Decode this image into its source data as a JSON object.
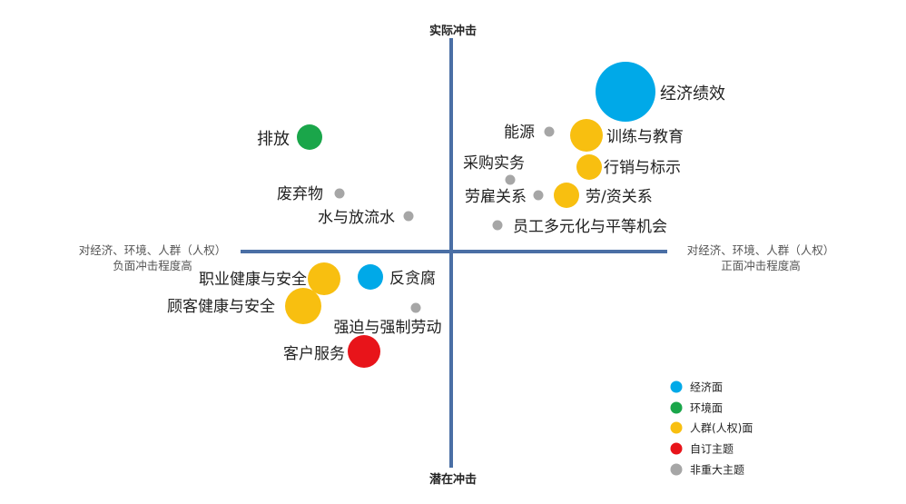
{
  "axes": {
    "top_label": "实际冲击",
    "bottom_label": "潜在冲击",
    "left_label_line1": "对经济、环境、人群（人权）",
    "left_label_line2": "负面冲击程度高",
    "right_label_line1": "对经济、环境、人群（人权）",
    "right_label_line2": "正面冲击程度高",
    "axis_color": "#4a6fa5"
  },
  "categories": [
    {
      "id": "economic",
      "label": "经济面",
      "color": "#00a9e8"
    },
    {
      "id": "environment",
      "label": "环境面",
      "color": "#1aa64a"
    },
    {
      "id": "people",
      "label": "人群(人权)面",
      "color": "#f8bf10"
    },
    {
      "id": "custom",
      "label": "自订主题",
      "color": "#e8141a"
    },
    {
      "id": "nonmaterial",
      "label": "非重大主题",
      "color": "#a6a6a6"
    }
  ],
  "topics": [
    {
      "label": "经济绩效",
      "category": "economic",
      "size": "xl"
    },
    {
      "label": "能源",
      "category": "nonmaterial",
      "size": "xs"
    },
    {
      "label": "训练与教育",
      "category": "people",
      "size": "m"
    },
    {
      "label": "行销与标示",
      "category": "people",
      "size": "s"
    },
    {
      "label": "采购实务",
      "category": "nonmaterial",
      "size": "xs"
    },
    {
      "label": "劳雇关系",
      "category": "nonmaterial",
      "size": "xs"
    },
    {
      "label": "劳/资关系",
      "category": "people",
      "size": "s"
    },
    {
      "label": "员工多元化与平等机会",
      "category": "nonmaterial",
      "size": "xs"
    },
    {
      "label": "排放",
      "category": "environment",
      "size": "s"
    },
    {
      "label": "废弃物",
      "category": "nonmaterial",
      "size": "xs"
    },
    {
      "label": "水与放流水",
      "category": "nonmaterial",
      "size": "xs"
    },
    {
      "label": "职业健康与安全",
      "category": "people",
      "size": "m"
    },
    {
      "label": "反贪腐",
      "category": "economic",
      "size": "s"
    },
    {
      "label": "顾客健康与安全",
      "category": "people",
      "size": "l"
    },
    {
      "label": "强迫与强制劳动",
      "category": "nonmaterial",
      "size": "xs"
    },
    {
      "label": "客户服务",
      "category": "custom",
      "size": "m"
    }
  ]
}
